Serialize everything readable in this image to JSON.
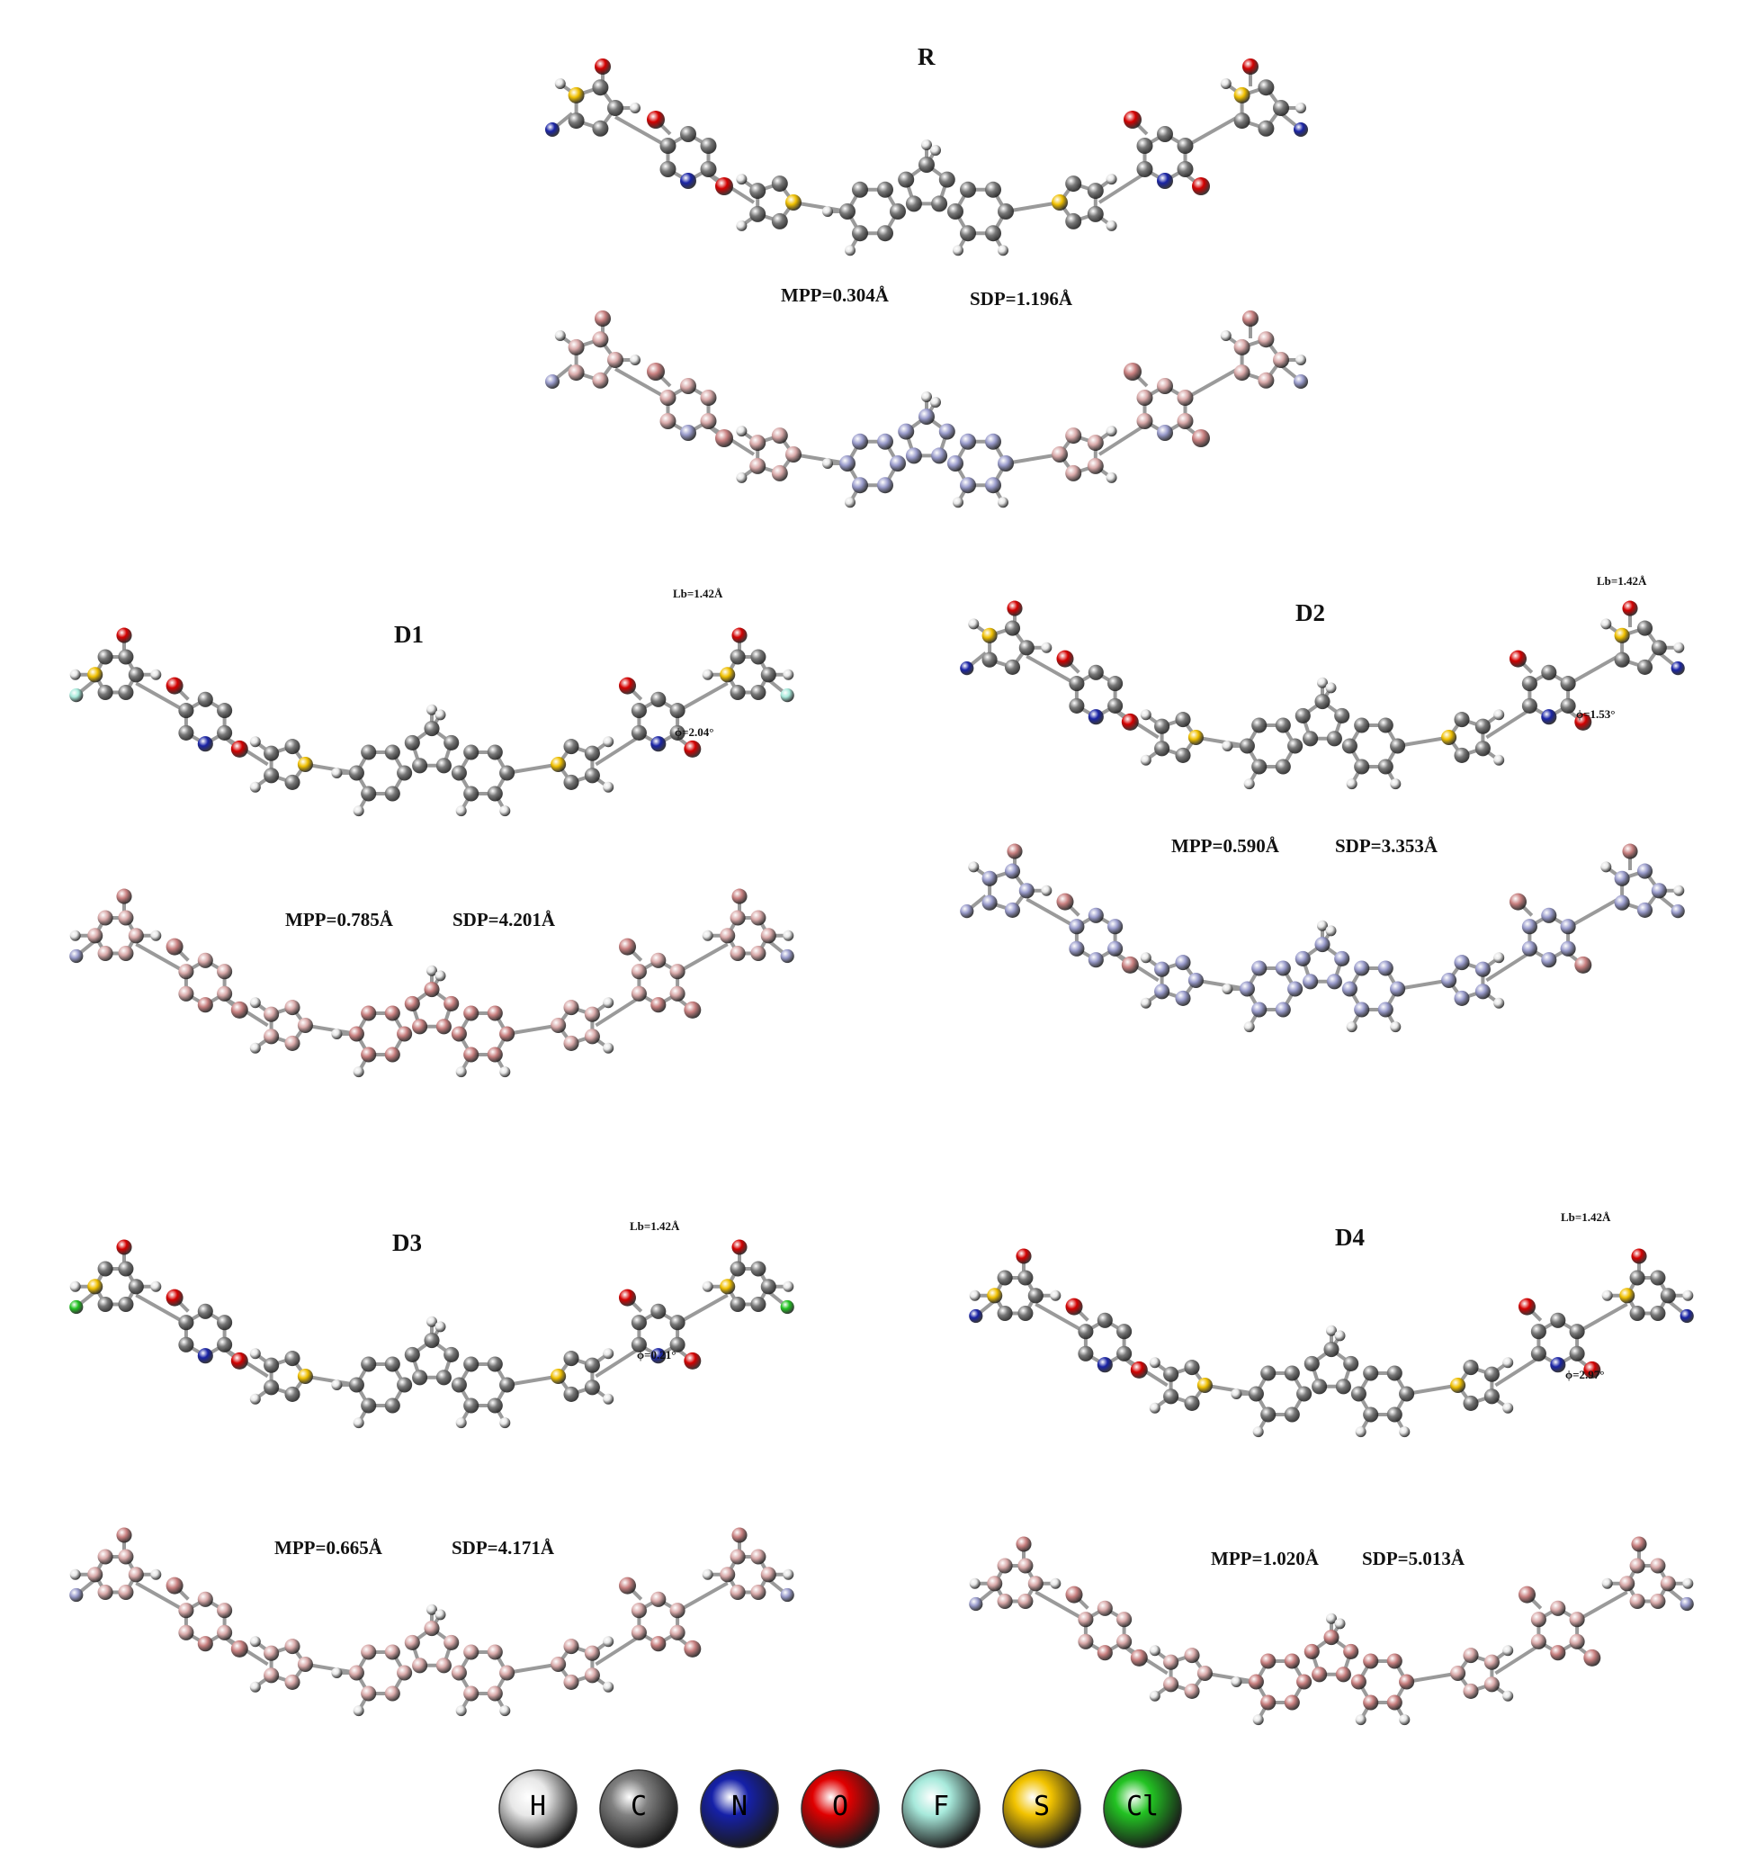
{
  "legend": {
    "items": [
      {
        "symbol": "H",
        "color": "#e8e8e8"
      },
      {
        "symbol": "C",
        "color": "#808080"
      },
      {
        "symbol": "N",
        "color": "#1520a8"
      },
      {
        "symbol": "O",
        "color": "#e00000"
      },
      {
        "symbol": "F",
        "color": "#a8eadc"
      },
      {
        "symbol": "S",
        "color": "#f2c300"
      },
      {
        "symbol": "Cl",
        "color": "#22c222"
      }
    ]
  },
  "panels": {
    "R": {
      "title": "R",
      "mpp": "MPP=0.304Å",
      "sdp": "SDP=1.196Å"
    },
    "D1": {
      "title": "D1",
      "mpp": "MPP=0.785Å",
      "sdp": "SDP=4.201Å",
      "lb": "Lb=1.42Å",
      "phi": "ϕ=2.04°"
    },
    "D2": {
      "title": "D2",
      "mpp": "MPP=0.590Å",
      "sdp": "SDP=3.353Å",
      "lb": "Lb=1.42Å",
      "phi": "ϕ=1.53°"
    },
    "D3": {
      "title": "D3",
      "mpp": "MPP=0.665Å",
      "sdp": "SDP=4.171Å",
      "lb": "Lb=1.42Å",
      "phi": "ϕ=0.21°"
    },
    "D4": {
      "title": "D4",
      "mpp": "MPP=1.020Å",
      "sdp": "SDP=5.013Å",
      "lb": "Lb=1.42Å",
      "phi": "ϕ=2.97°"
    }
  },
  "colors": {
    "atom_H": "#e6e6e6",
    "atom_C": "#7a7a7a",
    "atom_N": "#1a24a6",
    "atom_O": "#d40000",
    "atom_F": "#a8eadc",
    "atom_S": "#f0c000",
    "atom_Cl": "#22c222",
    "plane_red": "#c98080",
    "plane_pink": "#d8a8a8",
    "plane_blue": "#9a9ccc"
  }
}
